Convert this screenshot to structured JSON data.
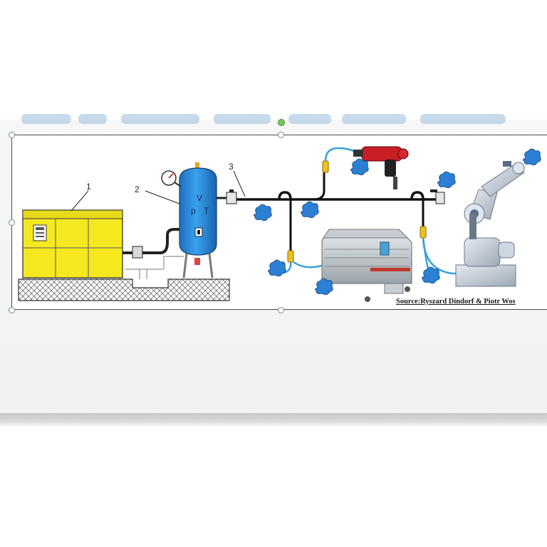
{
  "diagram": {
    "labels": {
      "compressor": "1",
      "tank": "2",
      "line": "3"
    },
    "tank_symbols": {
      "volume": "V",
      "pressure": "p",
      "temperature": "T"
    },
    "source": "Source:Ryszard  Dindorf & Piotr Wos"
  },
  "colors": {
    "compressor": "#f5e81f",
    "tank": "#2c8fe0",
    "air_cloud": "#2b7fd4",
    "hose": "#3aa0d8",
    "coupler": "#f0c020"
  },
  "icons": [
    "compressor-unit",
    "air-receiver-tank",
    "pressure-gauge-icon",
    "valve-icon",
    "air-tool-icon",
    "laser-cutter-machine",
    "industrial-robot-arm",
    "air-cloud-icon",
    "quick-coupler-icon"
  ]
}
